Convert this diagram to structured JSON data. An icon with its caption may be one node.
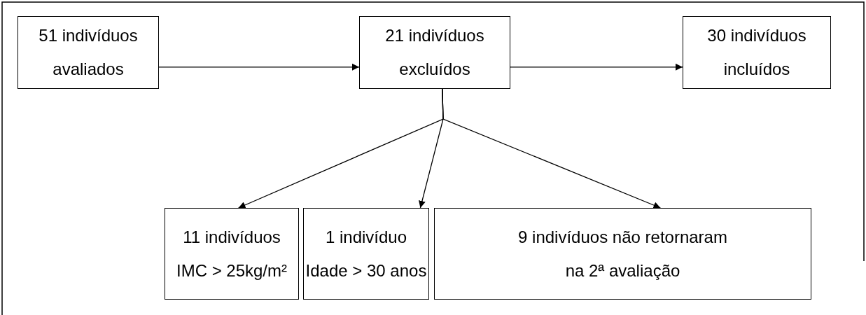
{
  "diagram": {
    "nodes": [
      {
        "text": [
          "51 indivíduos avaliados"
        ]
      },
      {
        "text": [
          "21 indivíduos excluídos"
        ]
      },
      {
        "text": [
          "30 indivíduos incluídos"
        ]
      },
      {
        "text": [
          "11 indivíduos IMC > 25kg/m²"
        ]
      },
      {
        "text": [
          "1 indivíduo Idade > 30 anos"
        ]
      },
      {
        "text": [
          "9 indivíduos não retornaram na 2ª avaliação"
        ]
      }
    ],
    "edges": [
      {
        "from": 0,
        "to": 1,
        "arrow": "to"
      },
      {
        "from": 1,
        "to": 2,
        "arrow": "to"
      },
      {
        "from": 1,
        "to": 3,
        "arrow": "to"
      },
      {
        "from": 1,
        "to": 4,
        "arrow": "to"
      },
      {
        "from": 1,
        "to": 5,
        "arrow": "to"
      }
    ]
  }
}
